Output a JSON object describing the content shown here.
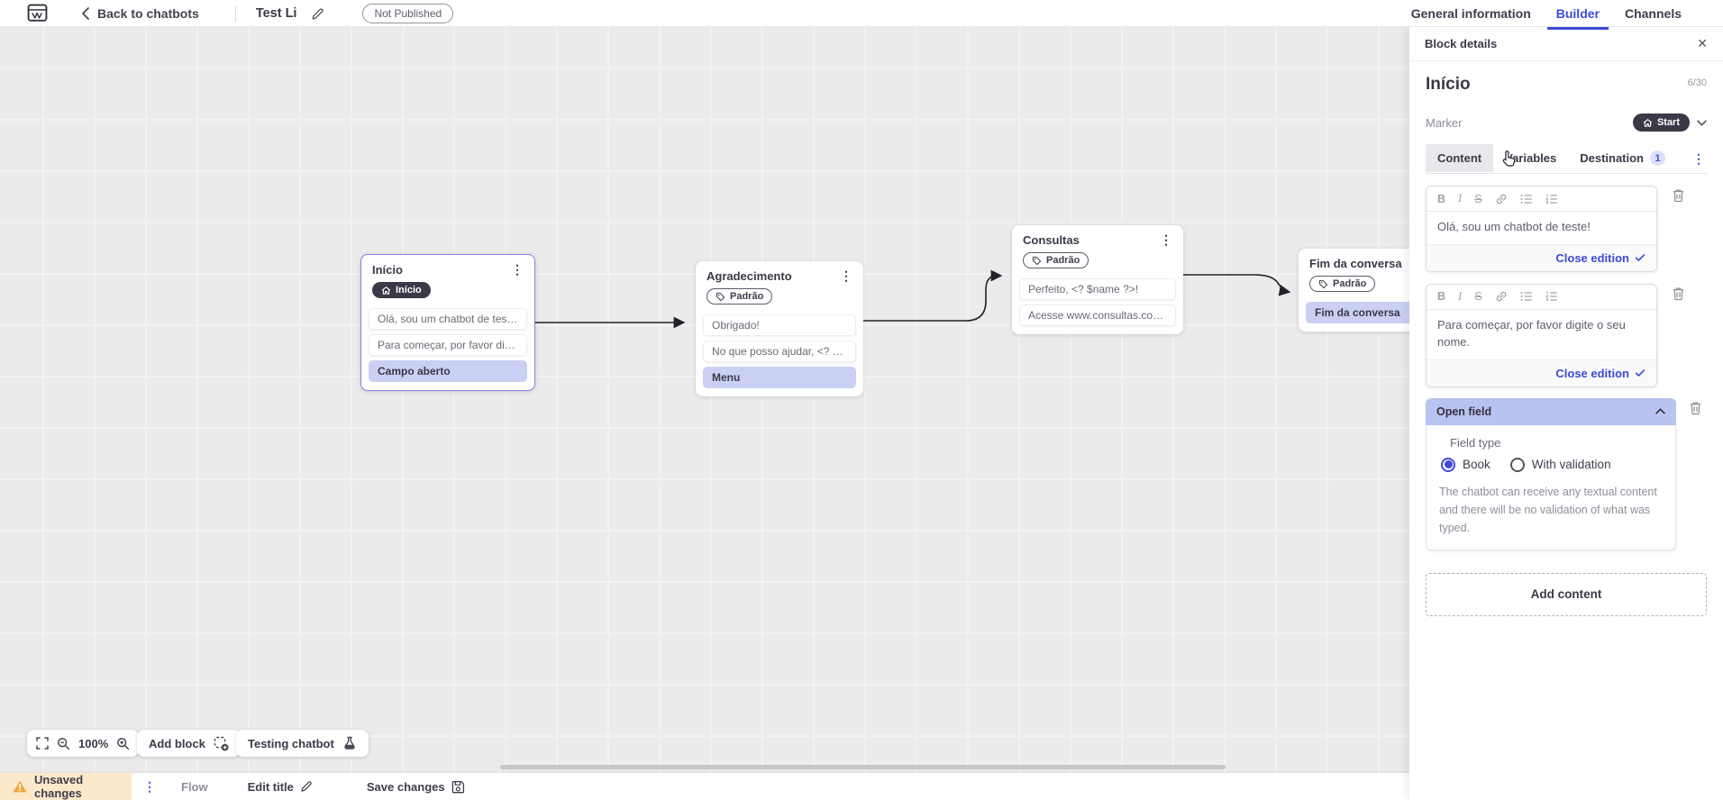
{
  "topbar": {
    "back_label": "Back to chatbots",
    "bot_title": "Test Li",
    "status_badge": "Not Published",
    "tabs": [
      {
        "label": "General information",
        "active": false
      },
      {
        "label": "Builder",
        "active": true
      },
      {
        "label": "Channels",
        "active": false
      }
    ]
  },
  "canvas": {
    "blocks": [
      {
        "title": "Início",
        "selected": true,
        "badge": {
          "label": "Início",
          "style": "dark",
          "icon": "home-icon"
        },
        "rows": [
          {
            "text": "Olá, sou um chatbot de teste!",
            "highlight": false
          },
          {
            "text": "Para começar, por favor digite o ...",
            "highlight": false
          },
          {
            "text": "Campo aberto",
            "highlight": true
          }
        ]
      },
      {
        "title": "Agradecimento",
        "selected": false,
        "badge": {
          "label": "Padrão",
          "style": "outline",
          "icon": "tag-icon"
        },
        "rows": [
          {
            "text": "Obrigado!",
            "highlight": false
          },
          {
            "text": "No que posso ajudar, <? $name ...",
            "highlight": false
          },
          {
            "text": "Menu",
            "highlight": true
          }
        ]
      },
      {
        "title": "Consultas",
        "selected": false,
        "badge": {
          "label": "Padrão",
          "style": "outline",
          "icon": "tag-icon"
        },
        "rows": [
          {
            "text": "Perfeito, <? $name ?>!",
            "highlight": false
          },
          {
            "text": "Acesse www.consultas.com par...",
            "highlight": false
          }
        ]
      },
      {
        "title": "Fim da conversa",
        "selected": false,
        "badge": {
          "label": "Padrão",
          "style": "outline",
          "icon": "tag-icon"
        },
        "rows": [
          {
            "text": "Fim da conversa",
            "highlight": true
          }
        ]
      }
    ],
    "controls": {
      "zoom_level": "100%",
      "add_block_label": "Add block",
      "testing_label": "Testing chatbot"
    }
  },
  "statusbar": {
    "unsaved_label": "Unsaved changes",
    "flow_label": "Flow",
    "edit_title_label": "Edit title",
    "save_label": "Save changes"
  },
  "panel": {
    "header": "Block details",
    "title": "Início",
    "counter": "6/30",
    "marker_label": "Marker",
    "marker_value": "Start",
    "tabs": [
      {
        "label": "Content",
        "active": true
      },
      {
        "label": "Variables",
        "active": false
      },
      {
        "label": "Destination",
        "active": false,
        "badge": "1"
      }
    ],
    "editor_toolbar": {
      "bold": "B",
      "italic": "I",
      "strike": "S"
    },
    "editors": [
      {
        "text": "Olá, sou um chatbot de teste!",
        "close_label": "Close edition"
      },
      {
        "text": "Para começar, por favor digite o seu nome.",
        "close_label": "Close edition"
      }
    ],
    "open_field": {
      "title": "Open field",
      "field_type_label": "Field type",
      "options": [
        {
          "label": "Book",
          "selected": true
        },
        {
          "label": "With validation",
          "selected": false
        }
      ],
      "description": "The chatbot can receive any textual content and there will be no validation of what was typed."
    },
    "add_content_label": "Add content"
  },
  "icons": {
    "kebab": "⋮",
    "close": "✕",
    "glossary": {
      "app-logo": "window-scribble",
      "chevron-left-icon": "‹",
      "pencil-icon": "✎",
      "home-icon": "⌂",
      "tag-icon": "label",
      "trash-icon": "bin",
      "check-icon": "✓",
      "chevron-down-icon": "⌄",
      "chevron-up-icon": "⌃",
      "fullscreen-icon": "⛶",
      "zoom-out-icon": "magnifier-minus",
      "zoom-in-icon": "magnifier-plus",
      "add-block-icon": "dashed-square-plus",
      "flask-icon": "beaker",
      "warning-icon": "⚠",
      "save-icon": "floppy",
      "link-icon": "chain",
      "list-ul-icon": "bullet-list",
      "list-ol-icon": "numbered-list",
      "pointer-hand-icon": "hand-cursor"
    }
  },
  "colors": {
    "accent_blue": "#3c4bd7",
    "dark_pill": "#3b3847",
    "selected_block_border": "#8b7fe8",
    "highlight_row": "#c9d0f4",
    "open_field_header": "#b9c3f1",
    "warning_chip_bg": "#fbe9ca",
    "warning_icon": "#f3a73c",
    "canvas_bg": "#eceaea"
  }
}
